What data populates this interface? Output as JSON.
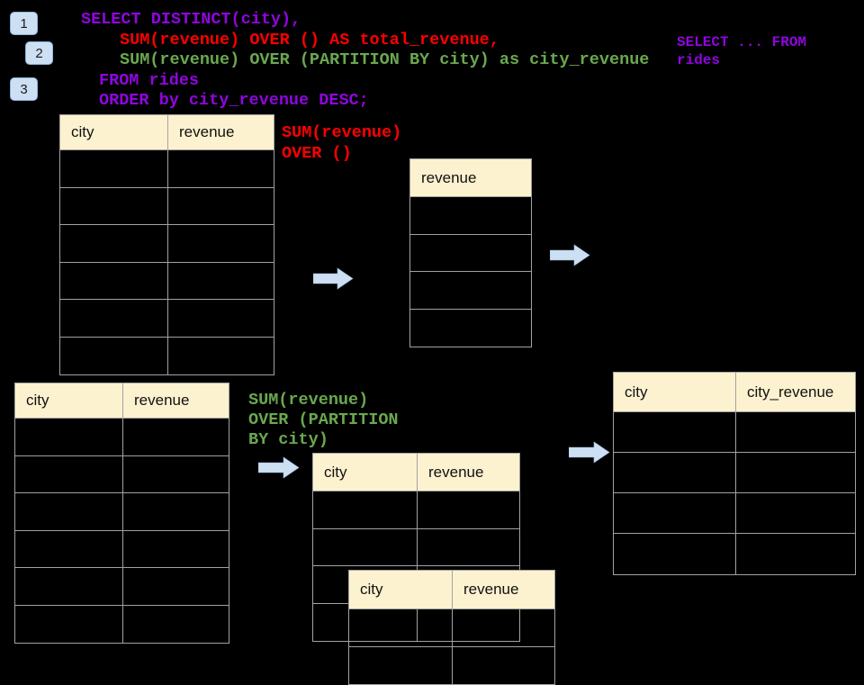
{
  "colors": {
    "bg": "#000000",
    "header-fill": "#FDF2CF",
    "table-border": "#A2A2A2",
    "badge-fill": "#CDE0F3",
    "badge-border": "#8FB4D8",
    "arrow-fill": "#CCDFF3",
    "purple": "#9005E0",
    "red": "#FF0000",
    "green": "#6AA84F"
  },
  "badges": [
    {
      "label": "1"
    },
    {
      "label": "2"
    },
    {
      "label": "3"
    }
  ],
  "code": {
    "lines": [
      {
        "text": "SELECT DISTINCT(city),",
        "color": "purple"
      },
      {
        "text": "SUM(revenue) OVER () AS total_revenue,",
        "color": "red"
      },
      {
        "text": "SUM(revenue) OVER (PARTITION BY city) as city_revenue",
        "color": "green"
      },
      {
        "text": "FROM rides",
        "color": "purple"
      },
      {
        "text": "ORDER by city_revenue DESC;",
        "color": "purple"
      }
    ]
  },
  "side_note": {
    "lines": [
      "SELECT ... FROM",
      "rides"
    ]
  },
  "labels": {
    "total": {
      "lines": [
        "SUM(revenue)",
        "OVER ()"
      ]
    },
    "partition": {
      "lines": [
        "SUM(revenue)",
        "OVER (PARTITION",
        "BY city)"
      ]
    }
  },
  "tables": {
    "source_top": {
      "headers": [
        "city",
        "revenue"
      ],
      "rows": 6
    },
    "total_result": {
      "headers": [
        "revenue"
      ],
      "rows": 4
    },
    "source_bottom": {
      "headers": [
        "city",
        "revenue"
      ],
      "rows": 6
    },
    "partition_step": {
      "headers": [
        "city",
        "revenue"
      ],
      "rows": 4
    },
    "partition_overlay": {
      "headers": [
        "city",
        "revenue"
      ],
      "rows": 2
    },
    "final_result": {
      "headers": [
        "city",
        "city_revenue"
      ],
      "rows": 4
    }
  }
}
